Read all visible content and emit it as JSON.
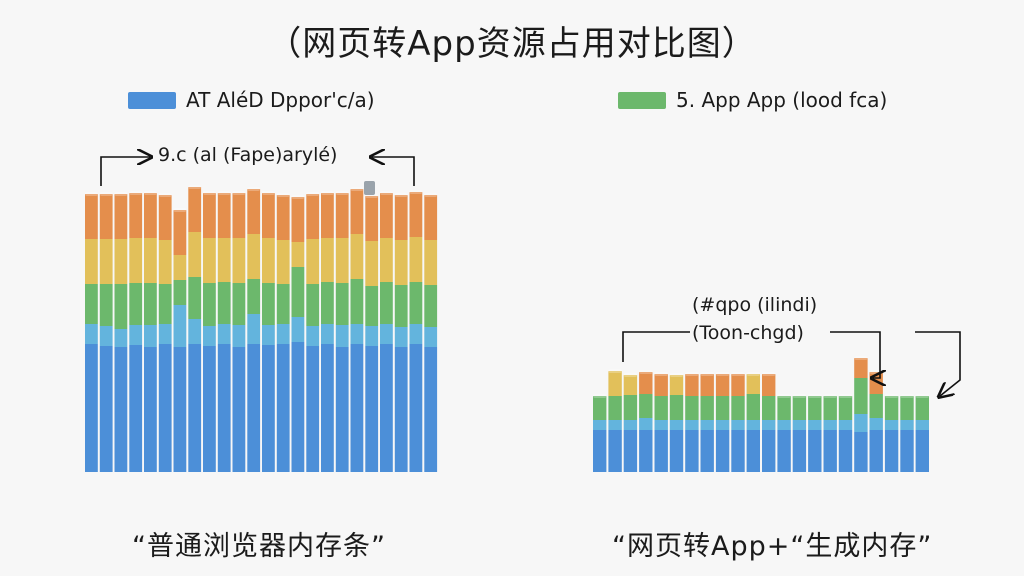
{
  "title": "（网页转App资源占用对比图）",
  "colors": {
    "blue": "#4c8fd8",
    "light_blue": "#63b4dd",
    "green": "#6cb86c",
    "yellow": "#e2c05a",
    "orange": "#e48e4c",
    "gray": "#9aa3ab"
  },
  "legend": [
    {
      "label": "AT AléD Dppor'c/a)",
      "color": "#4c8fd8"
    },
    {
      "label": "5. App App (lood fca)",
      "color": "#6cb86c"
    }
  ],
  "annotations": {
    "left_bracket": "9.c (al (Fape)arylé)",
    "right_line1": "(#qpo (ilindi)",
    "right_line2": "(Toon-chgd)"
  },
  "captions": {
    "left": "“普通浏览器内存条”",
    "right": "“网页转App+“生成内存”"
  },
  "chart_data": [
    {
      "type": "bar",
      "title": "",
      "xlabel": "“普通浏览器内存条”",
      "ylabel": "",
      "stacked": true,
      "stack_order": [
        "blue",
        "light_blue",
        "green",
        "yellow",
        "orange"
      ],
      "ylim": [
        0,
        290
      ],
      "bars": [
        [
          128,
          20,
          40,
          45,
          45
        ],
        [
          126,
          20,
          42,
          45,
          45
        ],
        [
          125,
          18,
          45,
          45,
          45
        ],
        [
          127,
          20,
          42,
          45,
          45
        ],
        [
          125,
          22,
          42,
          45,
          45
        ],
        [
          128,
          20,
          40,
          44,
          45
        ],
        [
          125,
          42,
          25,
          25,
          45
        ],
        [
          128,
          25,
          42,
          45,
          45
        ],
        [
          126,
          20,
          43,
          45,
          45
        ],
        [
          128,
          20,
          42,
          44,
          45
        ],
        [
          125,
          22,
          42,
          45,
          45
        ],
        [
          128,
          30,
          35,
          45,
          45
        ],
        [
          127,
          20,
          42,
          45,
          45
        ],
        [
          128,
          20,
          40,
          44,
          45
        ],
        [
          130,
          25,
          50,
          25,
          45
        ],
        [
          126,
          20,
          42,
          45,
          45
        ],
        [
          128,
          20,
          42,
          44,
          45
        ],
        [
          125,
          22,
          42,
          45,
          45
        ],
        [
          128,
          20,
          45,
          45,
          45
        ],
        [
          126,
          20,
          40,
          45,
          45
        ],
        [
          128,
          20,
          42,
          44,
          45
        ],
        [
          125,
          20,
          42,
          45,
          45
        ],
        [
          128,
          20,
          42,
          45,
          45
        ],
        [
          125,
          20,
          42,
          45,
          45
        ]
      ]
    },
    {
      "type": "bar",
      "title": "",
      "xlabel": "“网页转App+“生成内存”",
      "ylabel": "",
      "stacked": true,
      "stack_order": [
        "blue",
        "light_blue",
        "green",
        "yellow",
        "orange"
      ],
      "ylim": [
        0,
        290
      ],
      "bars": [
        [
          42,
          10,
          24,
          0,
          0
        ],
        [
          42,
          10,
          24,
          25,
          0
        ],
        [
          42,
          10,
          25,
          20,
          0
        ],
        [
          42,
          12,
          24,
          0,
          22
        ],
        [
          42,
          10,
          24,
          0,
          22
        ],
        [
          42,
          10,
          25,
          20,
          0
        ],
        [
          42,
          10,
          24,
          0,
          22
        ],
        [
          42,
          10,
          24,
          0,
          22
        ],
        [
          42,
          10,
          24,
          0,
          22
        ],
        [
          42,
          10,
          24,
          0,
          22
        ],
        [
          42,
          10,
          26,
          20,
          0
        ],
        [
          42,
          10,
          24,
          0,
          22
        ],
        [
          42,
          10,
          24,
          0,
          0
        ],
        [
          42,
          10,
          24,
          0,
          0
        ],
        [
          42,
          10,
          24,
          0,
          0
        ],
        [
          42,
          10,
          24,
          0,
          0
        ],
        [
          42,
          10,
          24,
          0,
          0
        ],
        [
          40,
          18,
          36,
          0,
          20
        ],
        [
          42,
          12,
          24,
          0,
          22
        ],
        [
          42,
          10,
          24,
          0,
          0
        ],
        [
          42,
          10,
          24,
          0,
          0
        ],
        [
          42,
          10,
          24,
          0,
          0
        ]
      ]
    }
  ]
}
